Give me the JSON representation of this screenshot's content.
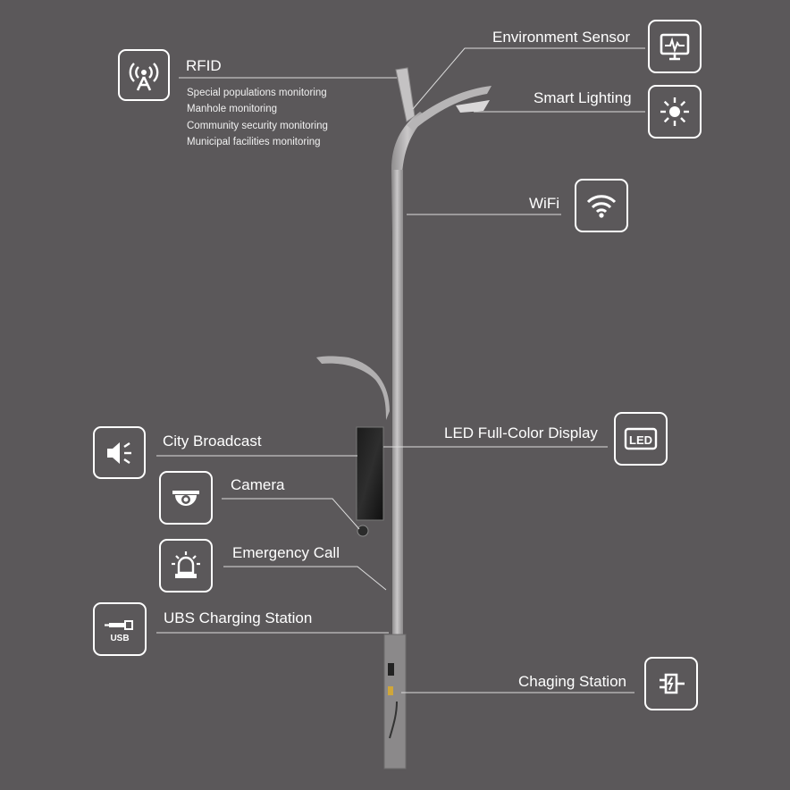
{
  "features": {
    "rfid": {
      "label": "RFID",
      "icon": "rfid-tower-icon",
      "items": [
        "Special populations monitoring",
        "Manhole monitoring",
        "Community security monitoring",
        "Municipal facilities monitoring"
      ]
    },
    "environment_sensor": {
      "label": "Environment Sensor",
      "icon": "monitor-pulse-icon"
    },
    "smart_lighting": {
      "label": "Smart Lighting",
      "icon": "sun-icon"
    },
    "wifi": {
      "label": "WiFi",
      "icon": "wifi-icon"
    },
    "led_display": {
      "label": "LED Full-Color Display",
      "icon": "led-icon",
      "icon_text": "LED"
    },
    "city_broadcast": {
      "label": "City Broadcast",
      "icon": "speaker-icon"
    },
    "camera": {
      "label": "Camera",
      "icon": "dome-camera-icon"
    },
    "emergency_call": {
      "label": "Emergency Call",
      "icon": "alarm-light-icon"
    },
    "usb_charging": {
      "label": "UBS Charging Station",
      "icon": "usb-icon",
      "icon_text": "USB"
    },
    "charging_station": {
      "label": "Chaging Station",
      "icon": "plug-icon"
    }
  },
  "colors": {
    "background": "#5b585a",
    "pole": "#a9a7a8",
    "line": "#dcdcdc",
    "icon": "#ffffff"
  }
}
